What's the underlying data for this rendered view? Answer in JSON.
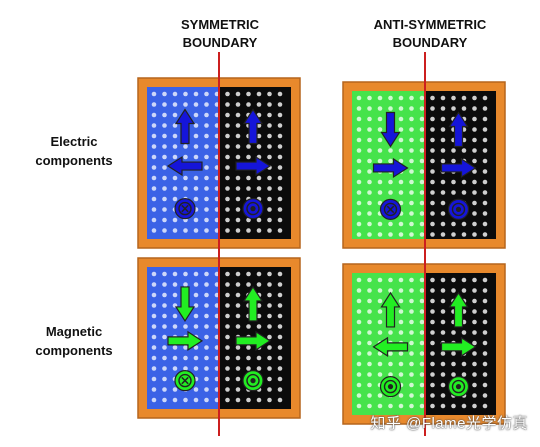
{
  "headers": {
    "symmetric": [
      "SYMMETRIC",
      "BOUNDARY"
    ],
    "anti_symmetric": [
      "ANTI-SYMMETRIC",
      "BOUNDARY"
    ]
  },
  "rows": {
    "electric": [
      "Electric",
      "components"
    ],
    "magnetic": [
      "Magnetic",
      "components"
    ]
  },
  "watermark": "知乎 @Flame光学仿真",
  "colors": {
    "frame": "#e8892c",
    "frame_edge": "#b5651d",
    "sym_fill": "#3b62e6",
    "anti_fill": "#46e34b",
    "dark": "#0b0b0b",
    "boundary": "#cc1f1f",
    "electric_arrow": "#1515d9",
    "magnetic_arrow": "#22ee22"
  },
  "panels": [
    {
      "id": "sym-electric",
      "boundary": "symmetric",
      "component": "electric",
      "left_fill": "sym_fill",
      "arrow": "electric_arrow",
      "left_vertical": "up",
      "left_horizontal": "left",
      "left_circle": "cross",
      "right_vertical": "up",
      "right_horizontal": "right",
      "right_circle": "dot"
    },
    {
      "id": "anti-electric",
      "boundary": "anti_symmetric",
      "component": "electric",
      "left_fill": "anti_fill",
      "arrow": "electric_arrow",
      "left_vertical": "down",
      "left_horizontal": "right",
      "left_circle": "cross",
      "right_vertical": "up",
      "right_horizontal": "right",
      "right_circle": "dot"
    },
    {
      "id": "sym-magnetic",
      "boundary": "symmetric",
      "component": "magnetic",
      "left_fill": "sym_fill",
      "arrow": "magnetic_arrow",
      "left_vertical": "down",
      "left_horizontal": "right",
      "left_circle": "cross",
      "right_vertical": "up",
      "right_horizontal": "right",
      "right_circle": "dot"
    },
    {
      "id": "anti-magnetic",
      "boundary": "anti_symmetric",
      "component": "magnetic",
      "left_fill": "anti_fill",
      "arrow": "magnetic_arrow",
      "left_vertical": "up",
      "left_horizontal": "left",
      "left_circle": "dot",
      "right_vertical": "up",
      "right_horizontal": "right",
      "right_circle": "dot"
    }
  ]
}
